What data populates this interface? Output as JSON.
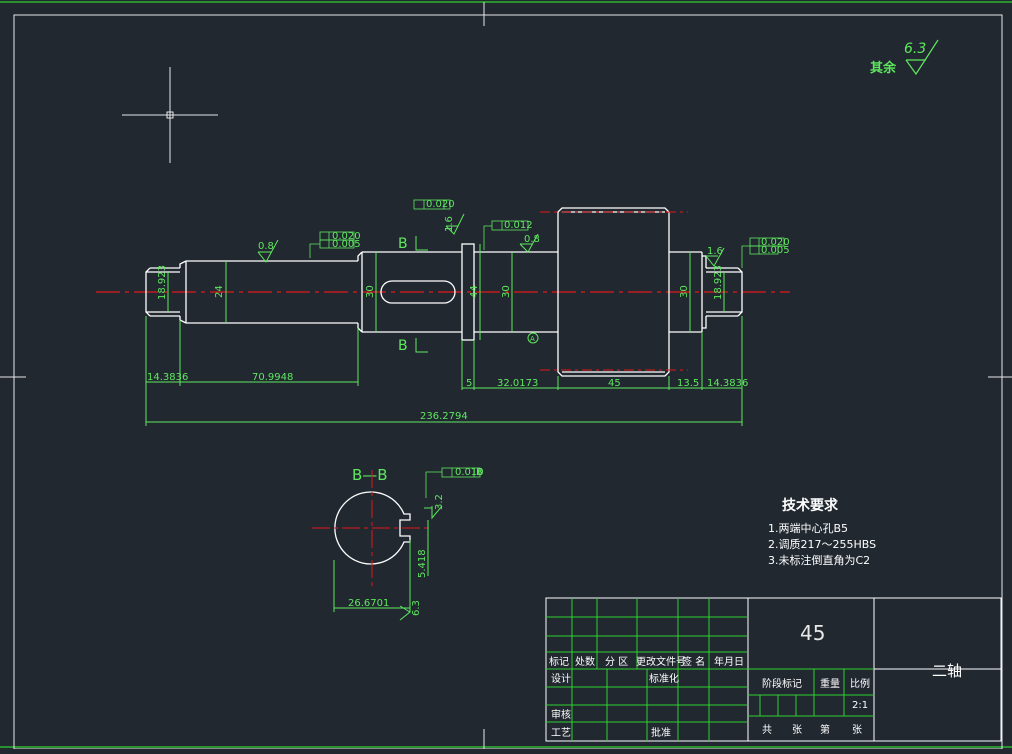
{
  "roughness": {
    "rest_label": "其余",
    "rest_value": "6.3",
    "s1": "0.8",
    "s2": "1.6",
    "s3": "0.8",
    "s4": "1.6",
    "s5": "3.2",
    "s6": "6.3"
  },
  "tolerance_frames": {
    "f1a": "0.020",
    "f1b": "0.005",
    "f2": "0.020",
    "f3": "0.012",
    "f4a": "0.020",
    "f4b": "0.005",
    "f5": "0.010",
    "datum_letter": "B"
  },
  "section_labels": {
    "top": "B",
    "bottom": "B",
    "section_title": "B—B",
    "circle_mark": "A"
  },
  "dimensions": {
    "d_left_end": "18.923",
    "d_24": "24",
    "d_30a": "30",
    "d_44": "44",
    "d_30b": "30",
    "d_30c": "30",
    "d_right_end": "18.923",
    "l_left_chamfer": "14.3836",
    "l_70": "70.9948",
    "l_5": "5",
    "l_32": "32.0173",
    "l_45": "45",
    "l_13": "13.5",
    "l_right_chamfer": "14.3836",
    "l_total": "236.2794",
    "sec_width": "26.6701",
    "sec_depth": "5.418"
  },
  "tech_requirements": {
    "title": "技术要求",
    "items": [
      "1.两端中心孔B5",
      "2.调质217～255HBS",
      "3.未标注倒直角为C2"
    ]
  },
  "title_block": {
    "material": "45",
    "part_name": "二轴",
    "h_mark": "标记",
    "h_count": "处数",
    "h_zone": "分 区",
    "h_doc": "更改文件号",
    "h_sign": "签 名",
    "h_date": "年月日",
    "design": "设计",
    "standardize": "标准化",
    "check": "审核",
    "process": "工艺",
    "approve": "批准",
    "stage_mark": "阶段标记",
    "weight": "重量",
    "scale_label": "比例",
    "scale_value": "2:1",
    "total": "共",
    "sheet": "张",
    "page": "第",
    "page_unit": "张"
  },
  "colors": {
    "background": "#212830",
    "outline": "#ffffff",
    "dimension": "#5ee85e",
    "centerline": "#e01818",
    "frame_border": "#2fd12f"
  }
}
